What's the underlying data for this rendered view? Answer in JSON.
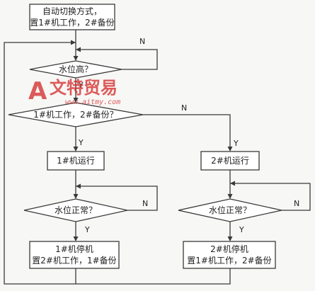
{
  "flowchart": {
    "start": {
      "line1": "自动切换方式，",
      "line2": "置1#机工作，2#备份"
    },
    "decision_water_high": "水位高？",
    "decision_which": "1#机工作，2#备份？",
    "run1": "1#机运行",
    "run2": "2#机运行",
    "decision_level_ok_left": "水位正常？",
    "decision_level_ok_right": "水位正常？",
    "stop1": {
      "line1": "1#机停机",
      "line2": "置2#机工作，1#备份"
    },
    "stop2": {
      "line1": "2#机停机",
      "line2": "置1#机工作，2#备份"
    },
    "labels": {
      "y": "Y",
      "n": "N"
    }
  },
  "watermark": {
    "logo_letter": "A",
    "text": "文特贸易",
    "url": "www.aitmy.com"
  },
  "colors": {
    "line": "#3a3a3a",
    "watermark": "#d21f1f",
    "background": "#f7f7f5"
  }
}
